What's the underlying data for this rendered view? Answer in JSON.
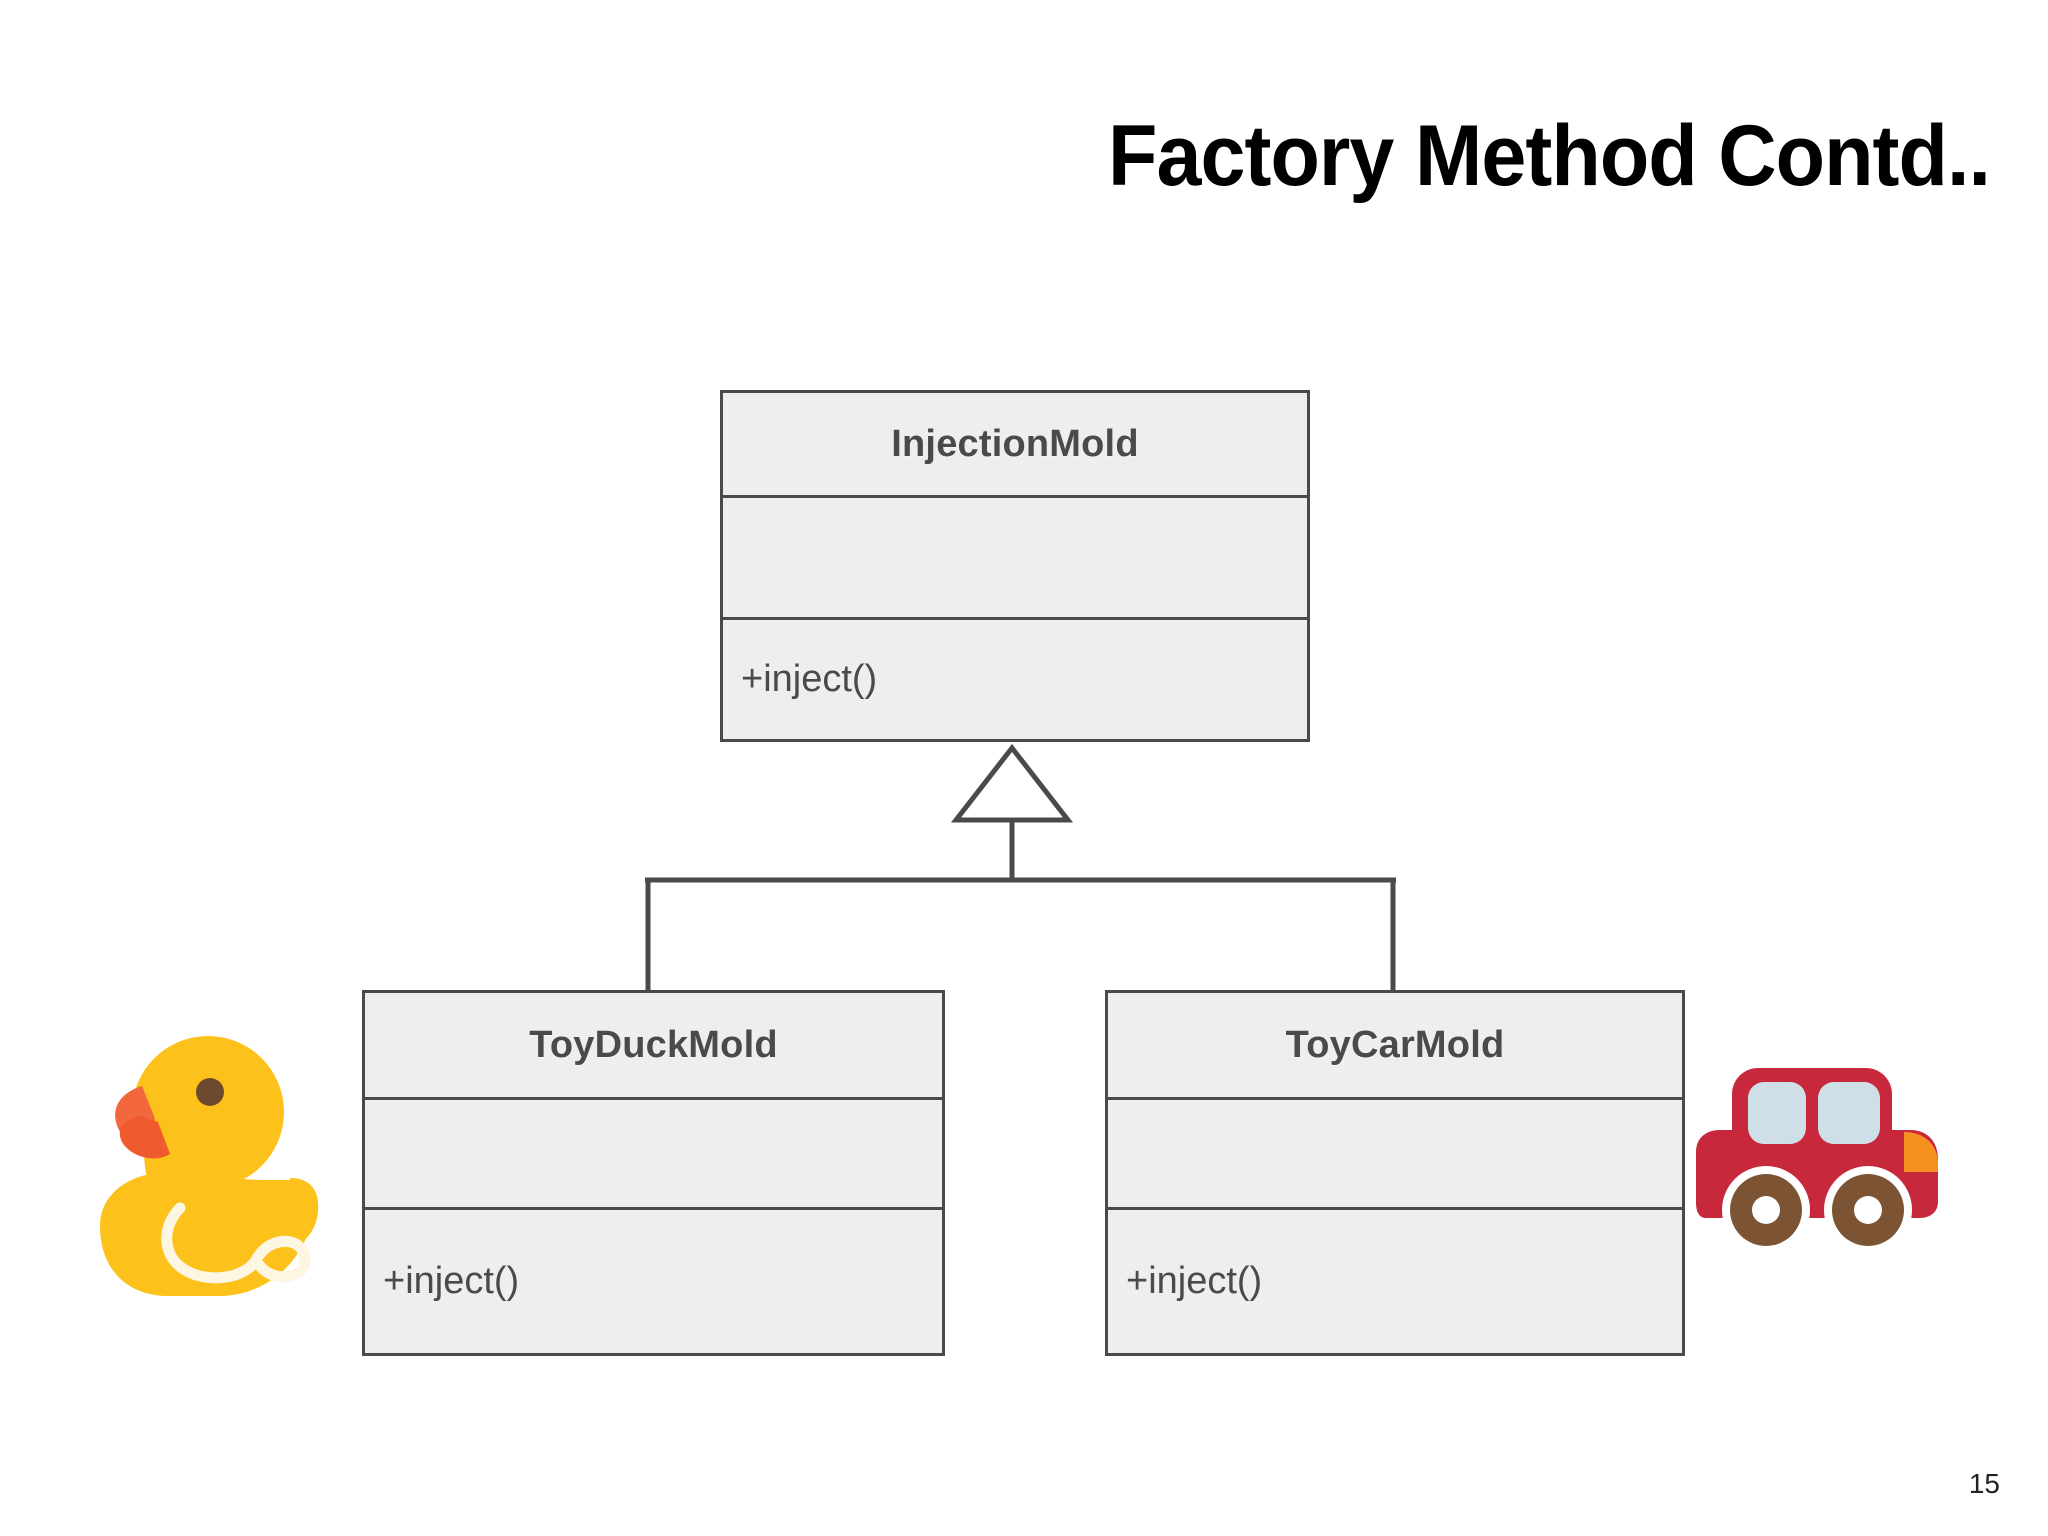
{
  "slide": {
    "title": "Factory Method Contd..",
    "page_number": "15",
    "background_color": "#ffffff"
  },
  "diagram": {
    "type": "uml-class-diagram",
    "relationship": "generalization",
    "style": {
      "box_fill": "#eeeeee",
      "box_border": "#4a4a4a",
      "text_color": "#4a4a4a",
      "connector_color": "#4a4a4a",
      "arrow_fill": "#ffffff"
    },
    "parent": {
      "name": "InjectionMold",
      "attributes": [],
      "operations": [
        "+inject()"
      ]
    },
    "children": [
      {
        "name": "ToyDuckMold",
        "attributes": [],
        "operations": [
          "+inject()"
        ]
      },
      {
        "name": "ToyCarMold",
        "attributes": [],
        "operations": [
          "+inject()"
        ]
      }
    ]
  },
  "illustrations": {
    "duck": {
      "icon": "rubber-duck-icon",
      "label": "Rubber duck toy",
      "body_color": "#fcc21b",
      "beak_color": "#f2673c",
      "eye_color": "#6b4a2f",
      "wing_color": "#fdf6e3"
    },
    "car": {
      "icon": "toy-car-icon",
      "label": "Red toy car",
      "body_color": "#c8283c",
      "window_color": "#cfdfe8",
      "wheel_color": "#7d5433",
      "hub_color": "#ffffff",
      "headlight_color": "#f59120"
    }
  }
}
